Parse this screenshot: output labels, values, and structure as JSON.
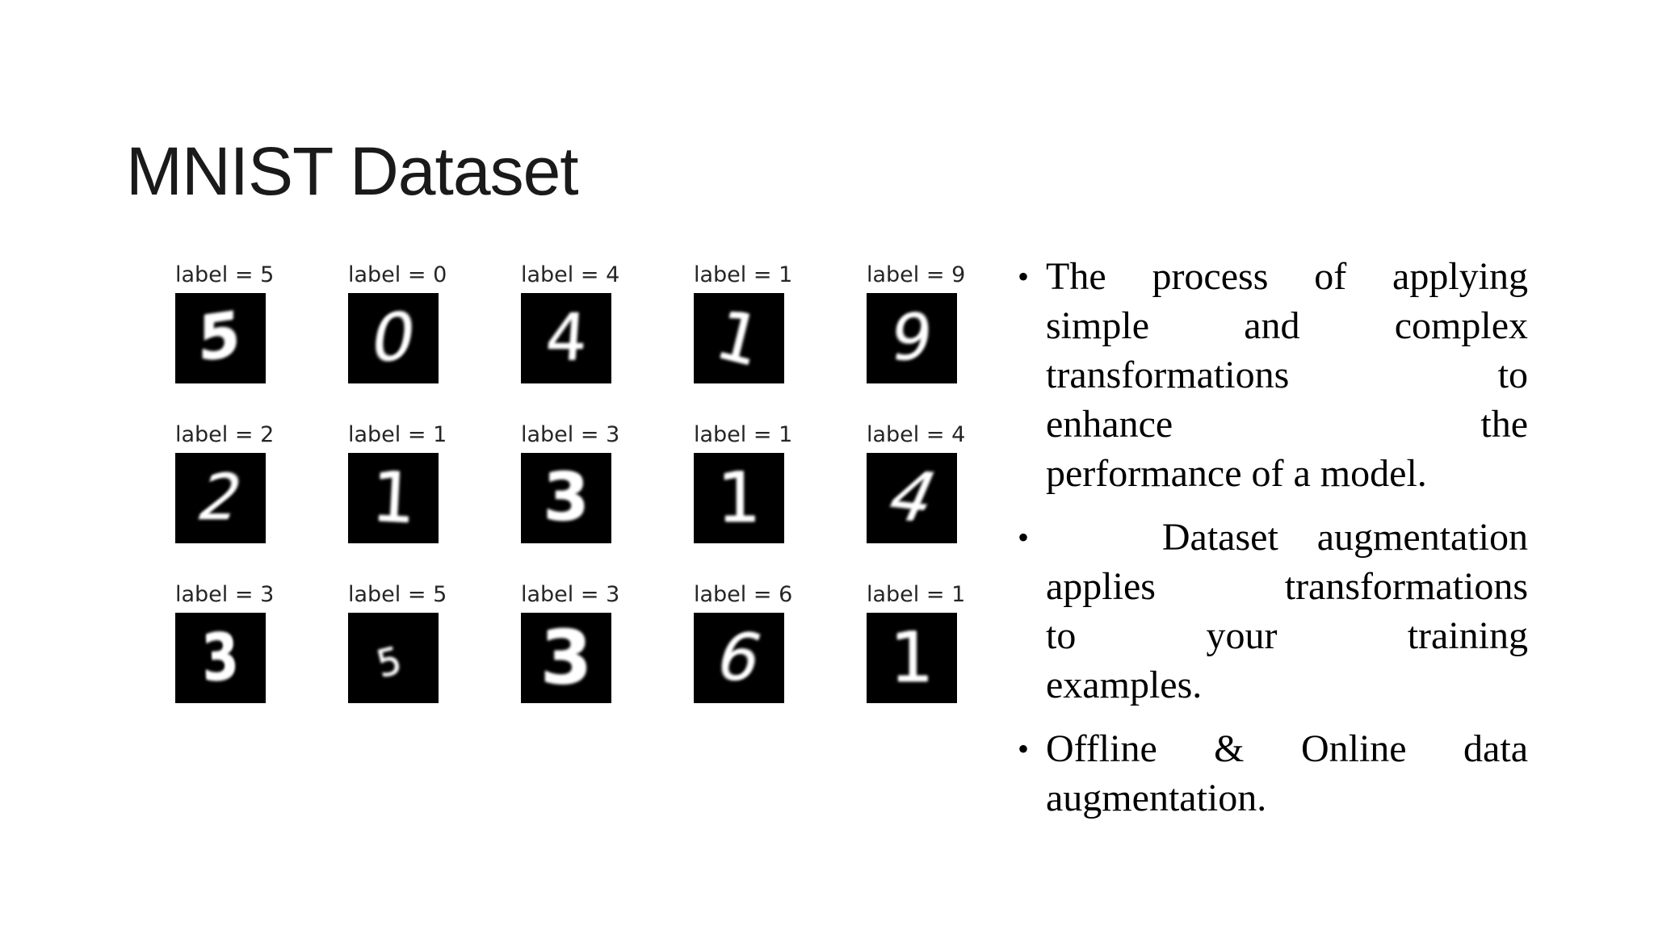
{
  "slide": {
    "title": "MNIST Dataset",
    "background_color": "#ffffff",
    "title_color": "#1a1a1a",
    "text_color": "#000000"
  },
  "figure": {
    "rows": 3,
    "cols": 5,
    "caption_color": "#262626",
    "tile_background": "#000000",
    "digit_color": "#ffffff",
    "tiles": [
      {
        "caption": "label = 5",
        "digit": "5"
      },
      {
        "caption": "label = 0",
        "digit": "0"
      },
      {
        "caption": "label = 4",
        "digit": "4"
      },
      {
        "caption": "label = 1",
        "digit": "1"
      },
      {
        "caption": "label = 9",
        "digit": "9"
      },
      {
        "caption": "label = 2",
        "digit": "2"
      },
      {
        "caption": "label = 1",
        "digit": "1"
      },
      {
        "caption": "label = 3",
        "digit": "3"
      },
      {
        "caption": "label = 1",
        "digit": "1"
      },
      {
        "caption": "label = 4",
        "digit": "4"
      },
      {
        "caption": "label = 3",
        "digit": "3"
      },
      {
        "caption": "label = 5",
        "digit": "5"
      },
      {
        "caption": "label = 3",
        "digit": "3"
      },
      {
        "caption": "label = 6",
        "digit": "6"
      },
      {
        "caption": "label = 1",
        "digit": "1"
      }
    ]
  },
  "bullets": {
    "marker": "•",
    "items": [
      {
        "text": "The process of applying simple and complex transformations to enhance the performance of a model.",
        "lines": [
          "The process of applying",
          "simple and complex",
          "transformations to",
          "enhance the",
          "performance of a model."
        ]
      },
      {
        "text": " Dataset augmentation applies transformations to your training examples.",
        "lines": [
          "   Dataset augmentation",
          "applies transformations",
          "to your training",
          "examples."
        ]
      },
      {
        "text": "Offline & Online data augmentation.",
        "lines": [
          "Offline & Online data",
          "augmentation."
        ]
      }
    ]
  }
}
